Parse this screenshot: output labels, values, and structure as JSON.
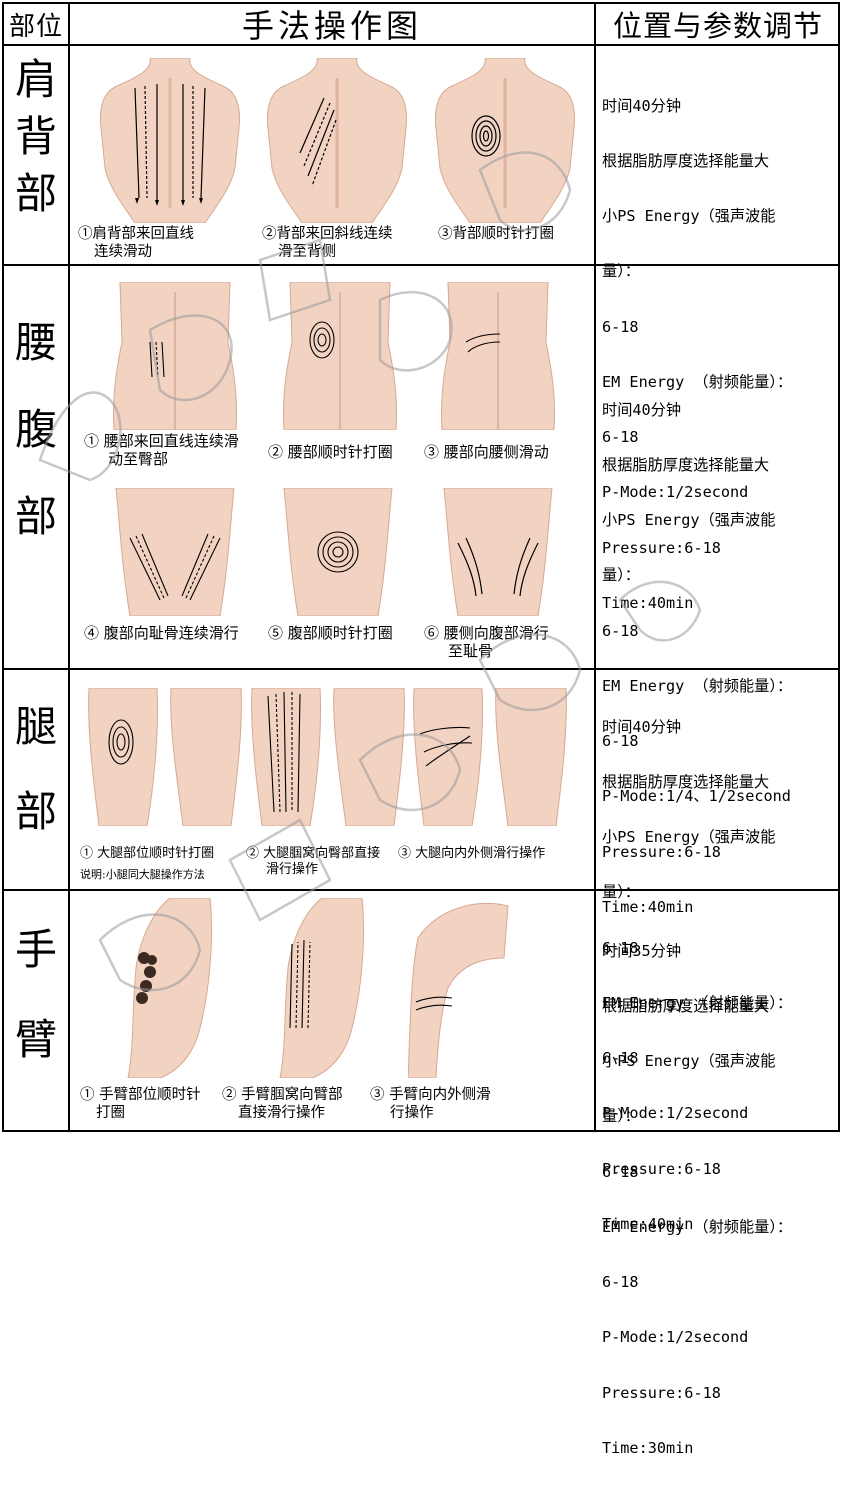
{
  "header": {
    "part": "部位",
    "method": "手法操作图",
    "params": "位置与参数调节"
  },
  "colors": {
    "skin": "#f2d3c2",
    "skin_shadow": "#d8a892",
    "line": "#000000",
    "watermark": "#9a9a9a"
  },
  "sections": [
    {
      "part": [
        "肩",
        "背",
        "部"
      ],
      "captions": [
        [
          "①肩背部来回直线",
          "连续滑动"
        ],
        [
          "②背部来回斜线连续",
          "滑至背侧"
        ],
        [
          "③背部顺时针打圈"
        ]
      ],
      "params": [
        "时间40分钟",
        "根据脂肪厚度选择能量大",
        "小PS Energy（强声波能",
        "量）：",
        "6-18",
        "EM Energy （射频能量）：",
        "6-18",
        "P-Mode:1/2second",
        "Pressure:6-18",
        "Time:40min"
      ]
    },
    {
      "part": [
        "腰",
        "腹",
        "部"
      ],
      "captions": [
        [
          "① 腰部来回直线连续滑",
          "动至臀部"
        ],
        [
          "② 腰部顺时针打圈"
        ],
        [
          "③ 腰部向腰侧滑动"
        ],
        [
          "④ 腹部向耻骨连续滑行"
        ],
        [
          "⑤ 腹部顺时针打圈"
        ],
        [
          "⑥ 腰侧向腹部滑行",
          "至耻骨"
        ]
      ],
      "params": [
        "时间40分钟",
        "根据脂肪厚度选择能量大",
        "小PS Energy（强声波能",
        "量）：",
        "6-18",
        "EM Energy （射频能量）：",
        "6-18",
        "P-Mode:1/4、1/2second",
        "Pressure:6-18",
        "Time:40min"
      ]
    },
    {
      "part": [
        "腿",
        "部"
      ],
      "captions": [
        [
          "① 大腿部位顺时针打圈"
        ],
        [
          "② 大腿腘窝向臀部直接",
          "滑行操作"
        ],
        [
          "③ 大腿向内外侧滑行操作"
        ]
      ],
      "note": "说明:小腿同大腿操作方法",
      "params": [
        "时间40分钟",
        "根据脂肪厚度选择能量大",
        "小PS Energy（强声波能",
        "量）：",
        "6-18",
        "EM Energy （射频能量）：",
        "6-18",
        "P-Mode:1/2second",
        "Pressure:6-18",
        "Time:40min"
      ]
    },
    {
      "part": [
        "手",
        "臂"
      ],
      "captions": [
        [
          "① 手臂部位顺时针",
          "打圈"
        ],
        [
          "② 手臂腘窝向臂部",
          "直接滑行操作"
        ],
        [
          "③ 手臂向内外侧滑",
          "行操作"
        ]
      ],
      "params": [
        "时间35分钟",
        "根据脂肪厚度选择能量大",
        "小PS Energy（强声波能",
        "量）：",
        "6-18",
        "EM Energy （射频能量）：",
        "6-18",
        "P-Mode:1/2second",
        "Pressure:6-18",
        "Time:30min"
      ]
    }
  ]
}
